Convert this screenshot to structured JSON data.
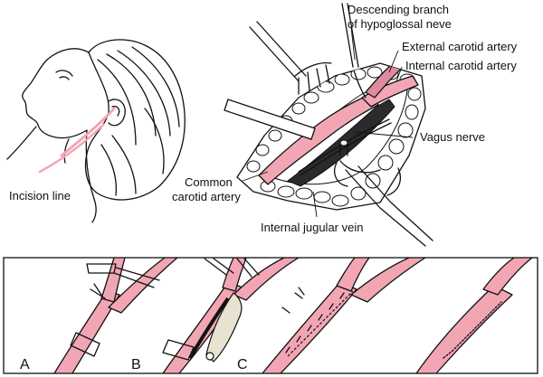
{
  "colors": {
    "vessel": "#f2a6b4",
    "vessel_dark": "#e08b9c",
    "ink": "#111111",
    "fat": "#ffffff"
  },
  "labels": {
    "incision_line": "Incision line",
    "descending_branch_1": "Descending branch",
    "descending_branch_2": "of hypoglossal neve",
    "external_carotid": "External carotid artery",
    "internal_carotid": "Internal carotid artery",
    "vagus_nerve": "Vagus nerve",
    "common_carotid_1": "Common",
    "common_carotid_2": "carotid artery",
    "internal_jugular": "Internal jugular vein"
  },
  "panels": {
    "a": "A",
    "b": "B",
    "c": "C"
  }
}
